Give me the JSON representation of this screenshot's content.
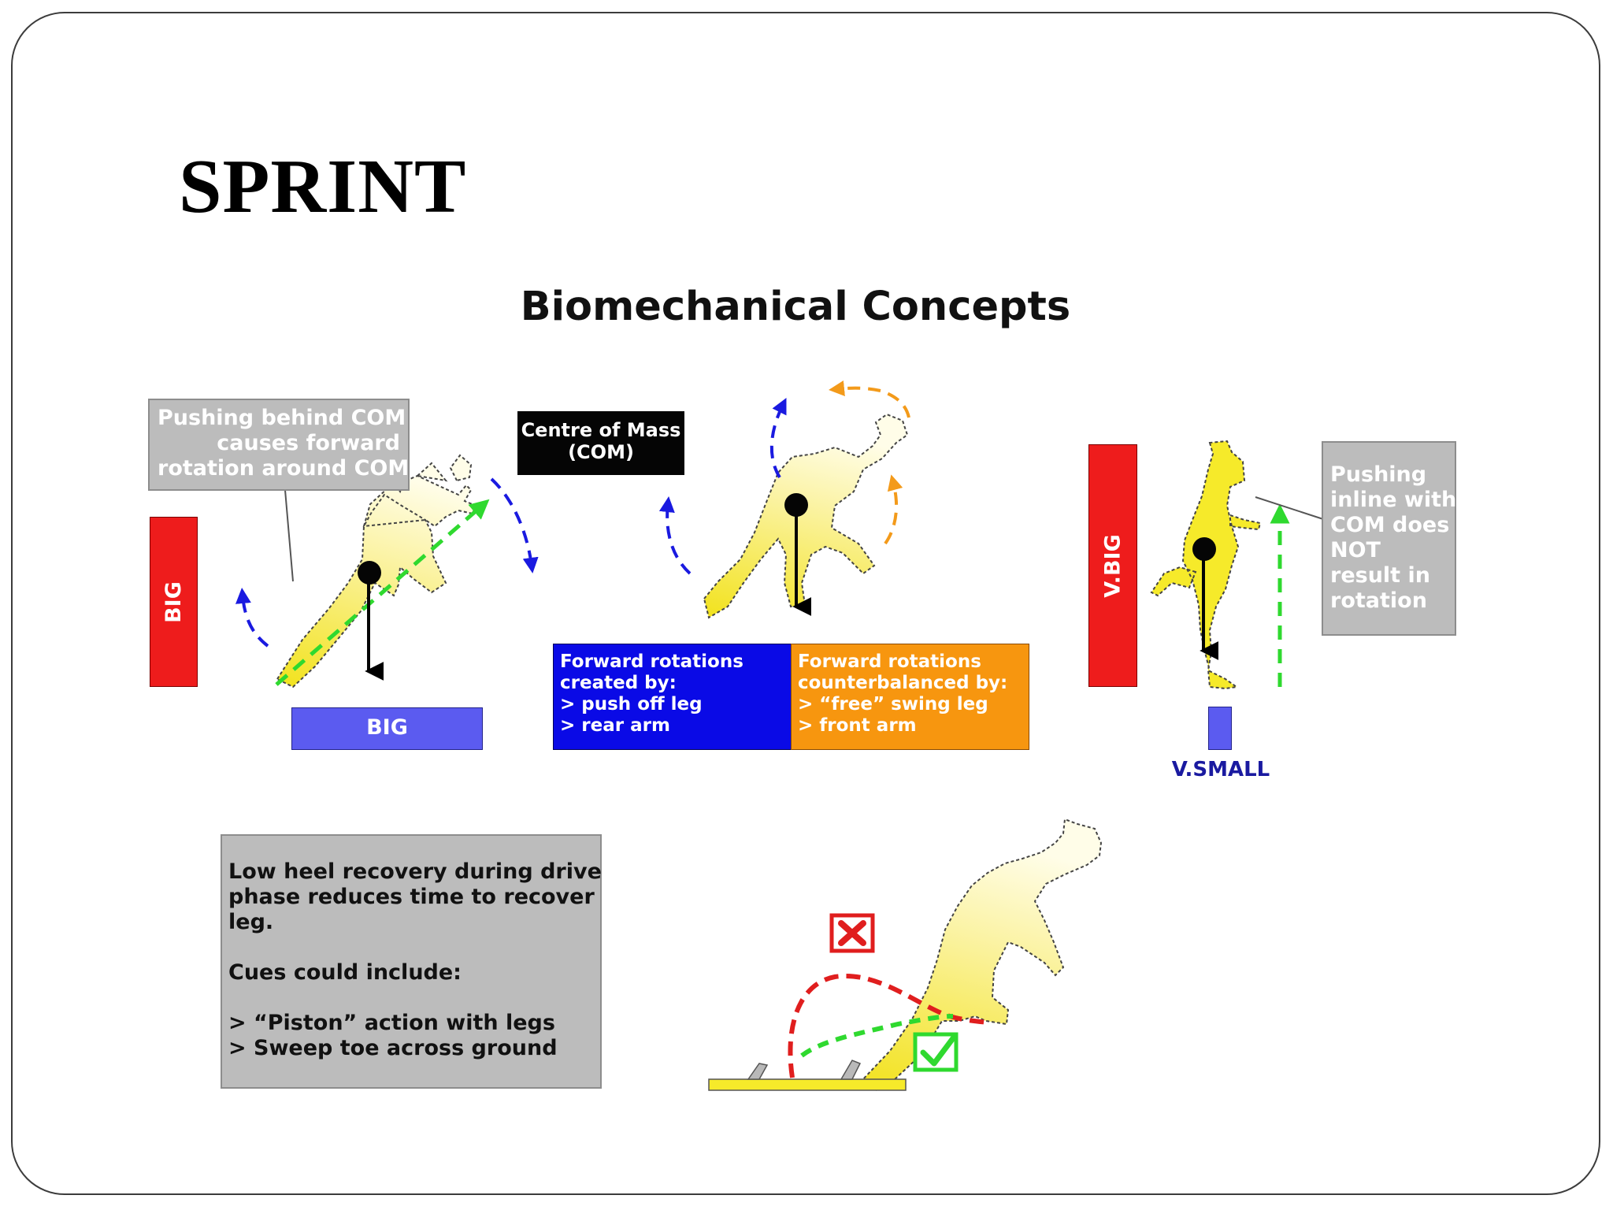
{
  "slide": {
    "title": "SPRINT",
    "heading": "Biomechanical Concepts"
  },
  "notes": {
    "pushing_behind": [
      "Pushing behind COM",
      "causes forward",
      "rotation around COM"
    ],
    "com_label": [
      "Centre of Mass",
      "(COM)"
    ],
    "pushing_inline": [
      "Pushing",
      "inline with",
      "COM does",
      "NOT",
      "result in",
      "rotation"
    ],
    "forward_created": [
      "Forward rotations",
      "created by:",
      "> push off leg",
      "> rear arm"
    ],
    "forward_counter": [
      "Forward rotations",
      "counterbalanced  by:",
      "> “free” swing leg",
      "> front arm"
    ],
    "low_heel": [
      "Low heel recovery during drive",
      "phase reduces time to recover",
      "leg.",
      "",
      "Cues could include:",
      "",
      "> “Piston” action with legs",
      "> Sweep toe across ground"
    ]
  },
  "labels": {
    "big_vertical": "BIG",
    "big_horizontal": "BIG",
    "vbig_vertical": "V.BIG",
    "vsmall": "V.SMALL"
  },
  "colors": {
    "red": "#ee1c1c",
    "blue_bar": "#5b5bf0",
    "dark_blue": "#0a0ae6",
    "orange": "#f7960f",
    "gray": "#bcbcbc",
    "black": "#050505",
    "green": "#2fd92f",
    "figure_yellow": "#f6ea2a"
  },
  "icons": {
    "wrong": "cross-mark-icon",
    "right": "check-mark-icon"
  }
}
